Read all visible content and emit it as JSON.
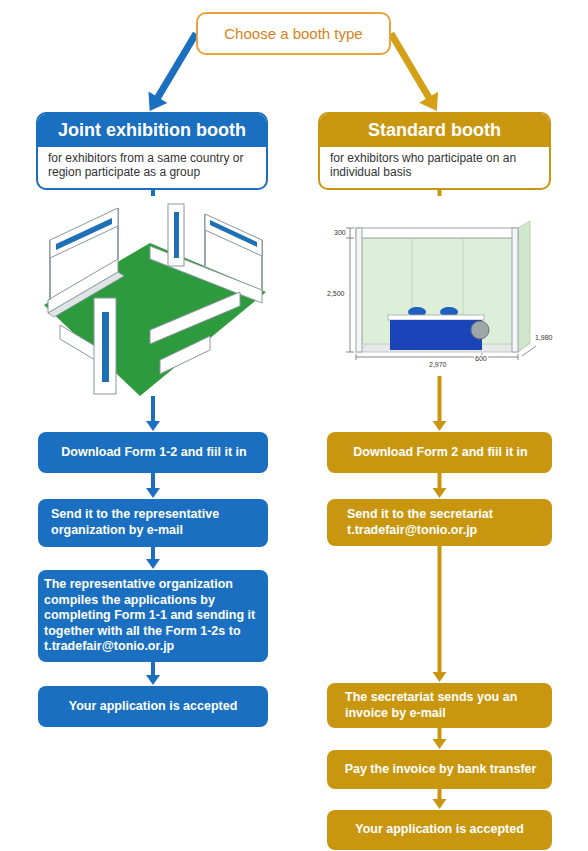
{
  "diagram": {
    "nodes": [
      {
        "text": [
          "Choose a booth type"
        ]
      },
      {
        "text": [
          "Joint exhibition booth",
          "for exhibitors from a same country or region participate as a group"
        ]
      },
      {
        "text": [
          "Standard booth",
          "for exhibitors who participate on an individual basis"
        ]
      },
      {
        "text": [
          "Download Form 1-2 and fiil it in"
        ]
      },
      {
        "text": [
          "Send it to the representative organization by e-mail"
        ]
      },
      {
        "text": [
          "The representative organization compiles the applications by completing Form 1-1 and sending it together with all the Form 1-2s to t.tradefair@tonio.or.jp"
        ]
      },
      {
        "text": [
          "Your application is accepted"
        ]
      },
      {
        "text": [
          "Download Form 2 and fiil it in"
        ]
      },
      {
        "text": [
          "Send it to the secretariat t.tradefair@tonio.or.jp"
        ]
      },
      {
        "text": [
          "The secretariat sends you an invoice by e-mail"
        ]
      },
      {
        "text": [
          "Pay the invoice by bank transfer"
        ]
      },
      {
        "text": [
          "Your application is accepted"
        ]
      }
    ],
    "edges": [
      {
        "from": 0,
        "to": 1,
        "arrow": "to"
      },
      {
        "from": 0,
        "to": 2,
        "arrow": "to"
      },
      {
        "from": 1,
        "to": 3,
        "arrow": "to"
      },
      {
        "from": 3,
        "to": 4,
        "arrow": "to"
      },
      {
        "from": 4,
        "to": 5,
        "arrow": "to"
      },
      {
        "from": 5,
        "to": 6,
        "arrow": "to"
      },
      {
        "from": 2,
        "to": 7,
        "arrow": "to"
      },
      {
        "from": 7,
        "to": 8,
        "arrow": "to"
      },
      {
        "from": 8,
        "to": 9,
        "arrow": "to"
      },
      {
        "from": 9,
        "to": 10,
        "arrow": "to"
      },
      {
        "from": 10,
        "to": 11,
        "arrow": "to"
      }
    ],
    "labels": [
      "300",
      "2,500",
      "2,970",
      "1,980",
      "600"
    ]
  }
}
